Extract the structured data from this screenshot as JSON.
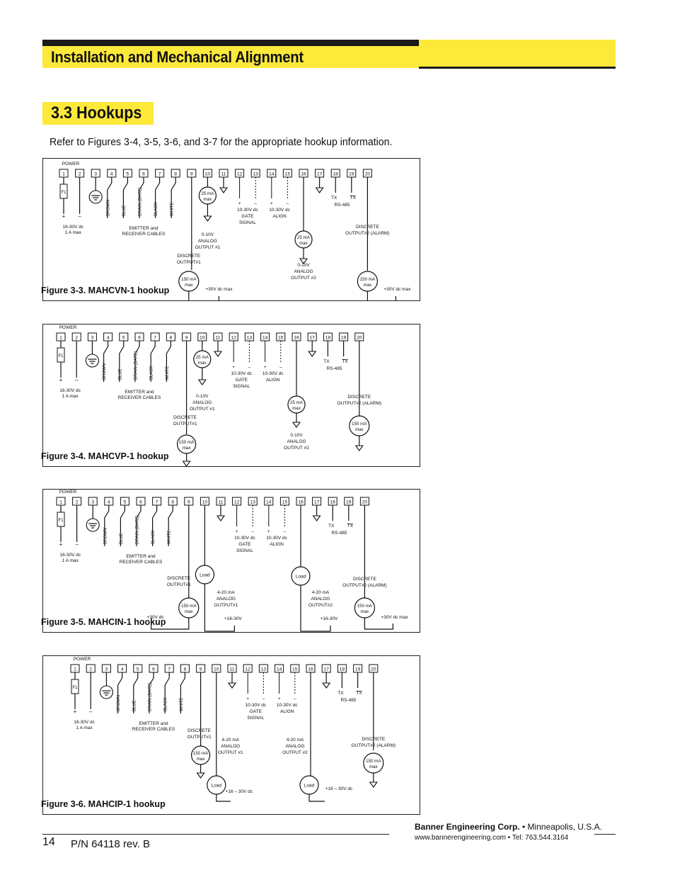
{
  "header": {
    "title": "Installation and Mechanical Alignment"
  },
  "section": {
    "title": "3.3  Hookups",
    "intro": "Refer to Figures 3-4, 3-5, 3-6, and 3-7 for the appropriate hookup information."
  },
  "common": {
    "power": "POWER",
    "fuse": "F1",
    "plus": "+",
    "minus": "–",
    "supply1": "16-30V dc",
    "supply2": "1 A max",
    "wires": [
      "BROWN",
      "BLUE",
      "DRAIN (BARE)",
      "BLACK",
      "WHITE"
    ],
    "cables1": "EMITTER and",
    "cables2": "RECEIVER CABLES",
    "gate1": "10-30V dc",
    "gate2": "GATE",
    "gate3": "SIGNAL",
    "align1": "10-30V dc",
    "align2": "ALIGN",
    "tx": "TX",
    "txbar": "TX",
    "rs485": "RS-485",
    "ma25a": "25 mA",
    "ma25b": "max",
    "ma150a": "150 mA",
    "ma150b": "max",
    "disc1a": "DISCRETE",
    "disc1b": "OUTPUT#1",
    "disc2a": "DISCRETE",
    "disc2b": "OUTPUT#2 (ALARM)",
    "an1a": "0-10V",
    "an1b": "ANALOG",
    "an1c": "OUTPUT #1",
    "an2a": "0-10V",
    "an2b": "ANALOG",
    "an2c": "OUTPUT #2",
    "load": "Load",
    "ma420a": "4-20 mA",
    "ma420b": "ANALOG",
    "out1": "OUTPUT#1",
    "out2": "OUTPUT#2",
    "out1b": "OUTPUT #1",
    "out2b": "OUTPUT #2",
    "v30max": "+30V dc max",
    "v30": "+30V dc",
    "v16": "+16-30V",
    "v16b": "+16 – 30V dc"
  },
  "terminals": [
    "1",
    "2",
    "3",
    "4",
    "5",
    "6",
    "7",
    "8",
    "9",
    "10",
    "11",
    "12",
    "13",
    "14",
    "15",
    "16",
    "17",
    "18",
    "19",
    "20"
  ],
  "figures": [
    {
      "caption": "Figure 3-3.  MAHCVN-1 hookup"
    },
    {
      "caption": "Figure 3-4.  MAHCVP-1 hookup"
    },
    {
      "caption": "Figure 3-5.  MAHCIN-1 hookup"
    },
    {
      "caption": "Figure 3-6.  MAHCIP-1 hookup"
    }
  ],
  "footer": {
    "page": "14",
    "pn": "P/N 64118 rev. B",
    "company": "Banner Engineering Corp.",
    "city": " • Minneapolis, U.S.A.",
    "web": "www.bannerengineering.com  •  Tel: 763.544.3164"
  }
}
